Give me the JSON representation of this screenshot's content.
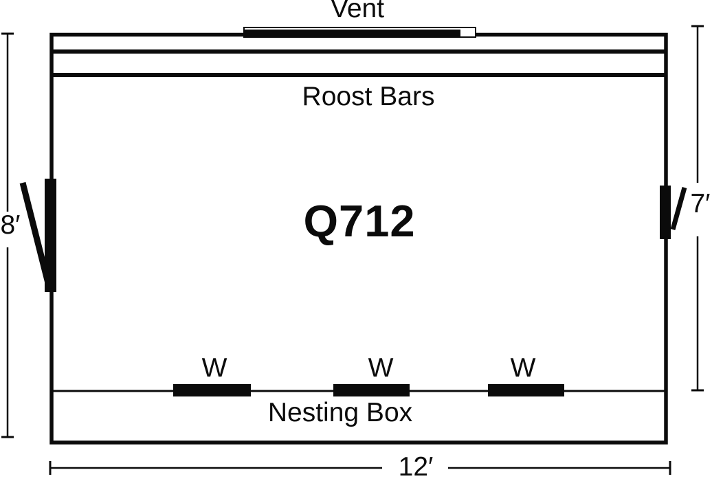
{
  "plan": {
    "model": "Q712",
    "vent_label": "Vent",
    "roost_bars_label": "Roost Bars",
    "nesting_box_label": "Nesting Box",
    "window_labels": [
      "W",
      "W",
      "W"
    ],
    "dimensions": {
      "left_height": "8′",
      "right_height": "7′",
      "bottom_width": "12′"
    },
    "colors": {
      "ink": "#0b0b0b",
      "background": "#ffffff"
    }
  }
}
